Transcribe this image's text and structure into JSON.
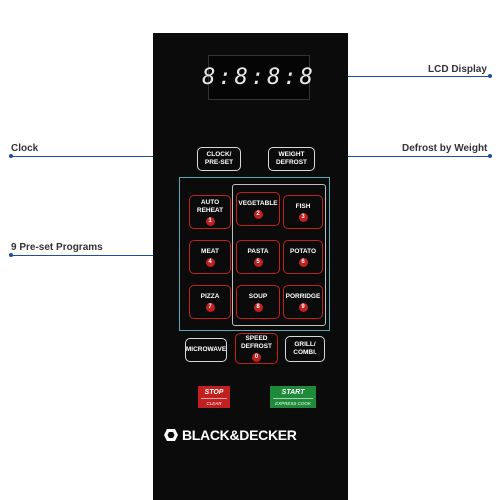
{
  "callouts": {
    "lcd_display": "LCD Display",
    "clock": "Clock",
    "defrost_by_weight": "Defrost by Weight",
    "preset_programs": "9 Pre-set Programs"
  },
  "display": {
    "readout": "8:8:8:8"
  },
  "buttons": {
    "clock_line1": "CLOCK/",
    "clock_line2": "PRE-SET",
    "weight_line1": "WEIGHT",
    "weight_line2": "DEFROST",
    "programs": [
      {
        "label": "AUTO",
        "label2": "REHEAT",
        "num": "1"
      },
      {
        "label": "VEGETABLE",
        "label2": "",
        "num": "2"
      },
      {
        "label": "FISH",
        "label2": "",
        "num": "3"
      },
      {
        "label": "MEAT",
        "label2": "",
        "num": "4"
      },
      {
        "label": "PASTA",
        "label2": "",
        "num": "5"
      },
      {
        "label": "POTATO",
        "label2": "",
        "num": "6"
      },
      {
        "label": "PIZZA",
        "label2": "",
        "num": "7"
      },
      {
        "label": "SOUP",
        "label2": "",
        "num": "8"
      },
      {
        "label": "PORRIDGE",
        "label2": "",
        "num": "9"
      }
    ],
    "microwave": "MICROWAVE",
    "speed_line1": "SPEED",
    "speed_line2": "DEFROST",
    "speed_num": "0",
    "grill_line1": "GRILL/",
    "grill_line2": "COMBI.",
    "stop": "STOP",
    "stop_sub": "CLEAR",
    "start": "START",
    "start_sub": "EXPRESS COOK"
  },
  "brand": {
    "name": "BLACK&DECKER"
  },
  "colors": {
    "accent_red": "#c0201f",
    "start_green": "#1e8a3a",
    "callout_blue": "#1a4fa3"
  }
}
